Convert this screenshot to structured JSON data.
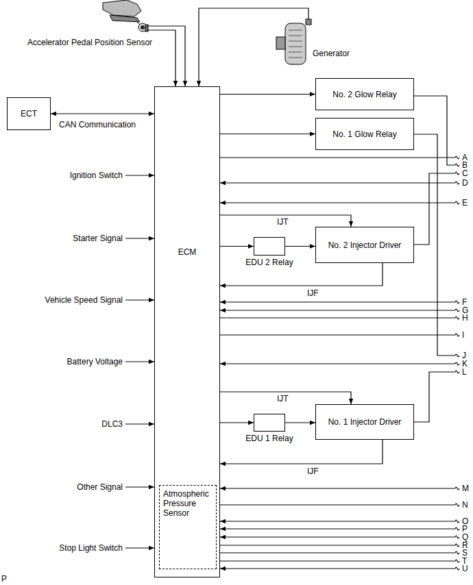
{
  "diagram": {
    "nodes": [
      {
        "text": [
          "ECT"
        ]
      },
      {
        "text": [
          "ECM"
        ]
      },
      {
        "text": [
          "No. 2 Glow Relay"
        ]
      },
      {
        "text": [
          "No. 1 Glow Relay"
        ]
      },
      {
        "text": [
          "No. 2 Injector Driver"
        ]
      },
      {
        "text": [
          "EDU 2 Relay"
        ]
      },
      {
        "text": [
          "No. 1 Injector Driver"
        ]
      },
      {
        "text": [
          "EDU 1 Relay"
        ]
      },
      {
        "text": [
          "Atmospheric Pressure Sensor"
        ],
        "in": 1
      }
    ],
    "edges": [
      {
        "from": 0,
        "to": 1,
        "arrow": "both",
        "label": "CAN Communication"
      },
      {
        "from": 1,
        "to": 2,
        "arrow": "to"
      },
      {
        "from": 1,
        "to": 3,
        "arrow": "to"
      },
      {
        "from": 1,
        "to": 4,
        "arrow": "to",
        "label": "IJT"
      },
      {
        "from": 1,
        "to": 5,
        "arrow": "to"
      },
      {
        "from": 5,
        "to": 4,
        "arrow": "to"
      },
      {
        "from": 4,
        "to": 1,
        "arrow": "to",
        "label": "IJF"
      },
      {
        "from": 1,
        "to": 6,
        "arrow": "to",
        "label": "IJT"
      },
      {
        "from": 1,
        "to": 7,
        "arrow": "to"
      },
      {
        "from": 7,
        "to": 6,
        "arrow": "to"
      },
      {
        "from": 6,
        "to": 1,
        "arrow": "to",
        "label": "IJF"
      }
    ],
    "labels": [
      "Accelerator Pedal Position Sensor",
      "Generator",
      "Ignition Switch",
      "Starter Signal",
      "Vehicle Speed Signal",
      "Battery Voltage",
      "DLC3",
      "Other Signal",
      "Stop Light Switch",
      "A",
      "B",
      "C",
      "D",
      "E",
      "F",
      "G",
      "H",
      "I",
      "J",
      "K",
      "L",
      "M",
      "N",
      "O",
      "P",
      "Q",
      "R",
      "S",
      "T",
      "U",
      "P"
    ]
  }
}
